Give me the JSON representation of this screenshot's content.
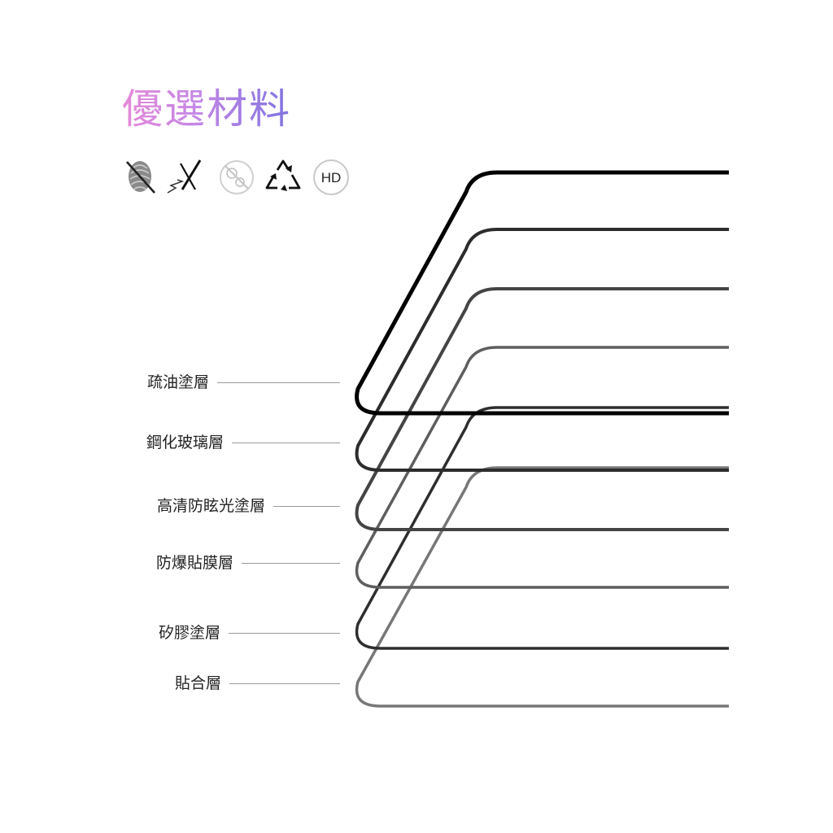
{
  "title": "優選材料",
  "features": [
    {
      "icon": "anti-fingerprint-icon"
    },
    {
      "icon": "scratch-resistant-icon"
    },
    {
      "icon": "anti-bubble-icon"
    },
    {
      "icon": "recycle-icon"
    },
    {
      "icon": "hd-icon",
      "text": "HD"
    }
  ],
  "layers": [
    {
      "label": "疏油塗層",
      "stroke": "#000000"
    },
    {
      "label": "鋼化玻璃層",
      "stroke": "#2c2c2c"
    },
    {
      "label": "高清防眩光塗層",
      "stroke": "#444444"
    },
    {
      "label": "防爆貼膜層",
      "stroke": "#5e5e5e"
    },
    {
      "label": "矽膠塗層",
      "stroke": "#2e2e2e"
    },
    {
      "label": "貼合層",
      "stroke": "#777777"
    }
  ]
}
